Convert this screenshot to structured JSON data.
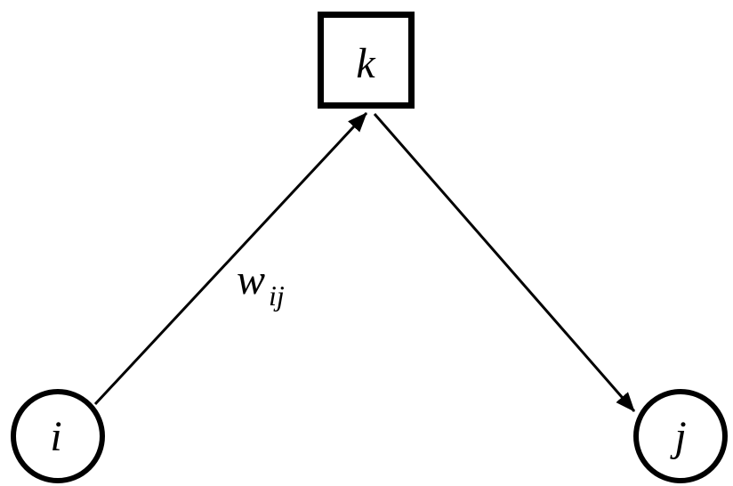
{
  "diagram": {
    "nodes": [
      {
        "id": "k",
        "label": "k",
        "shape": "square"
      },
      {
        "id": "i",
        "label": "i",
        "shape": "circle"
      },
      {
        "id": "j",
        "label": "j",
        "shape": "circle"
      }
    ],
    "edges": [
      {
        "from": "i",
        "to": "k",
        "label_main": "w",
        "label_sub": "ij"
      },
      {
        "from": "k",
        "to": "j",
        "label_main": "",
        "label_sub": ""
      }
    ],
    "colors": {
      "stroke": "#000000",
      "background": "#ffffff"
    }
  }
}
